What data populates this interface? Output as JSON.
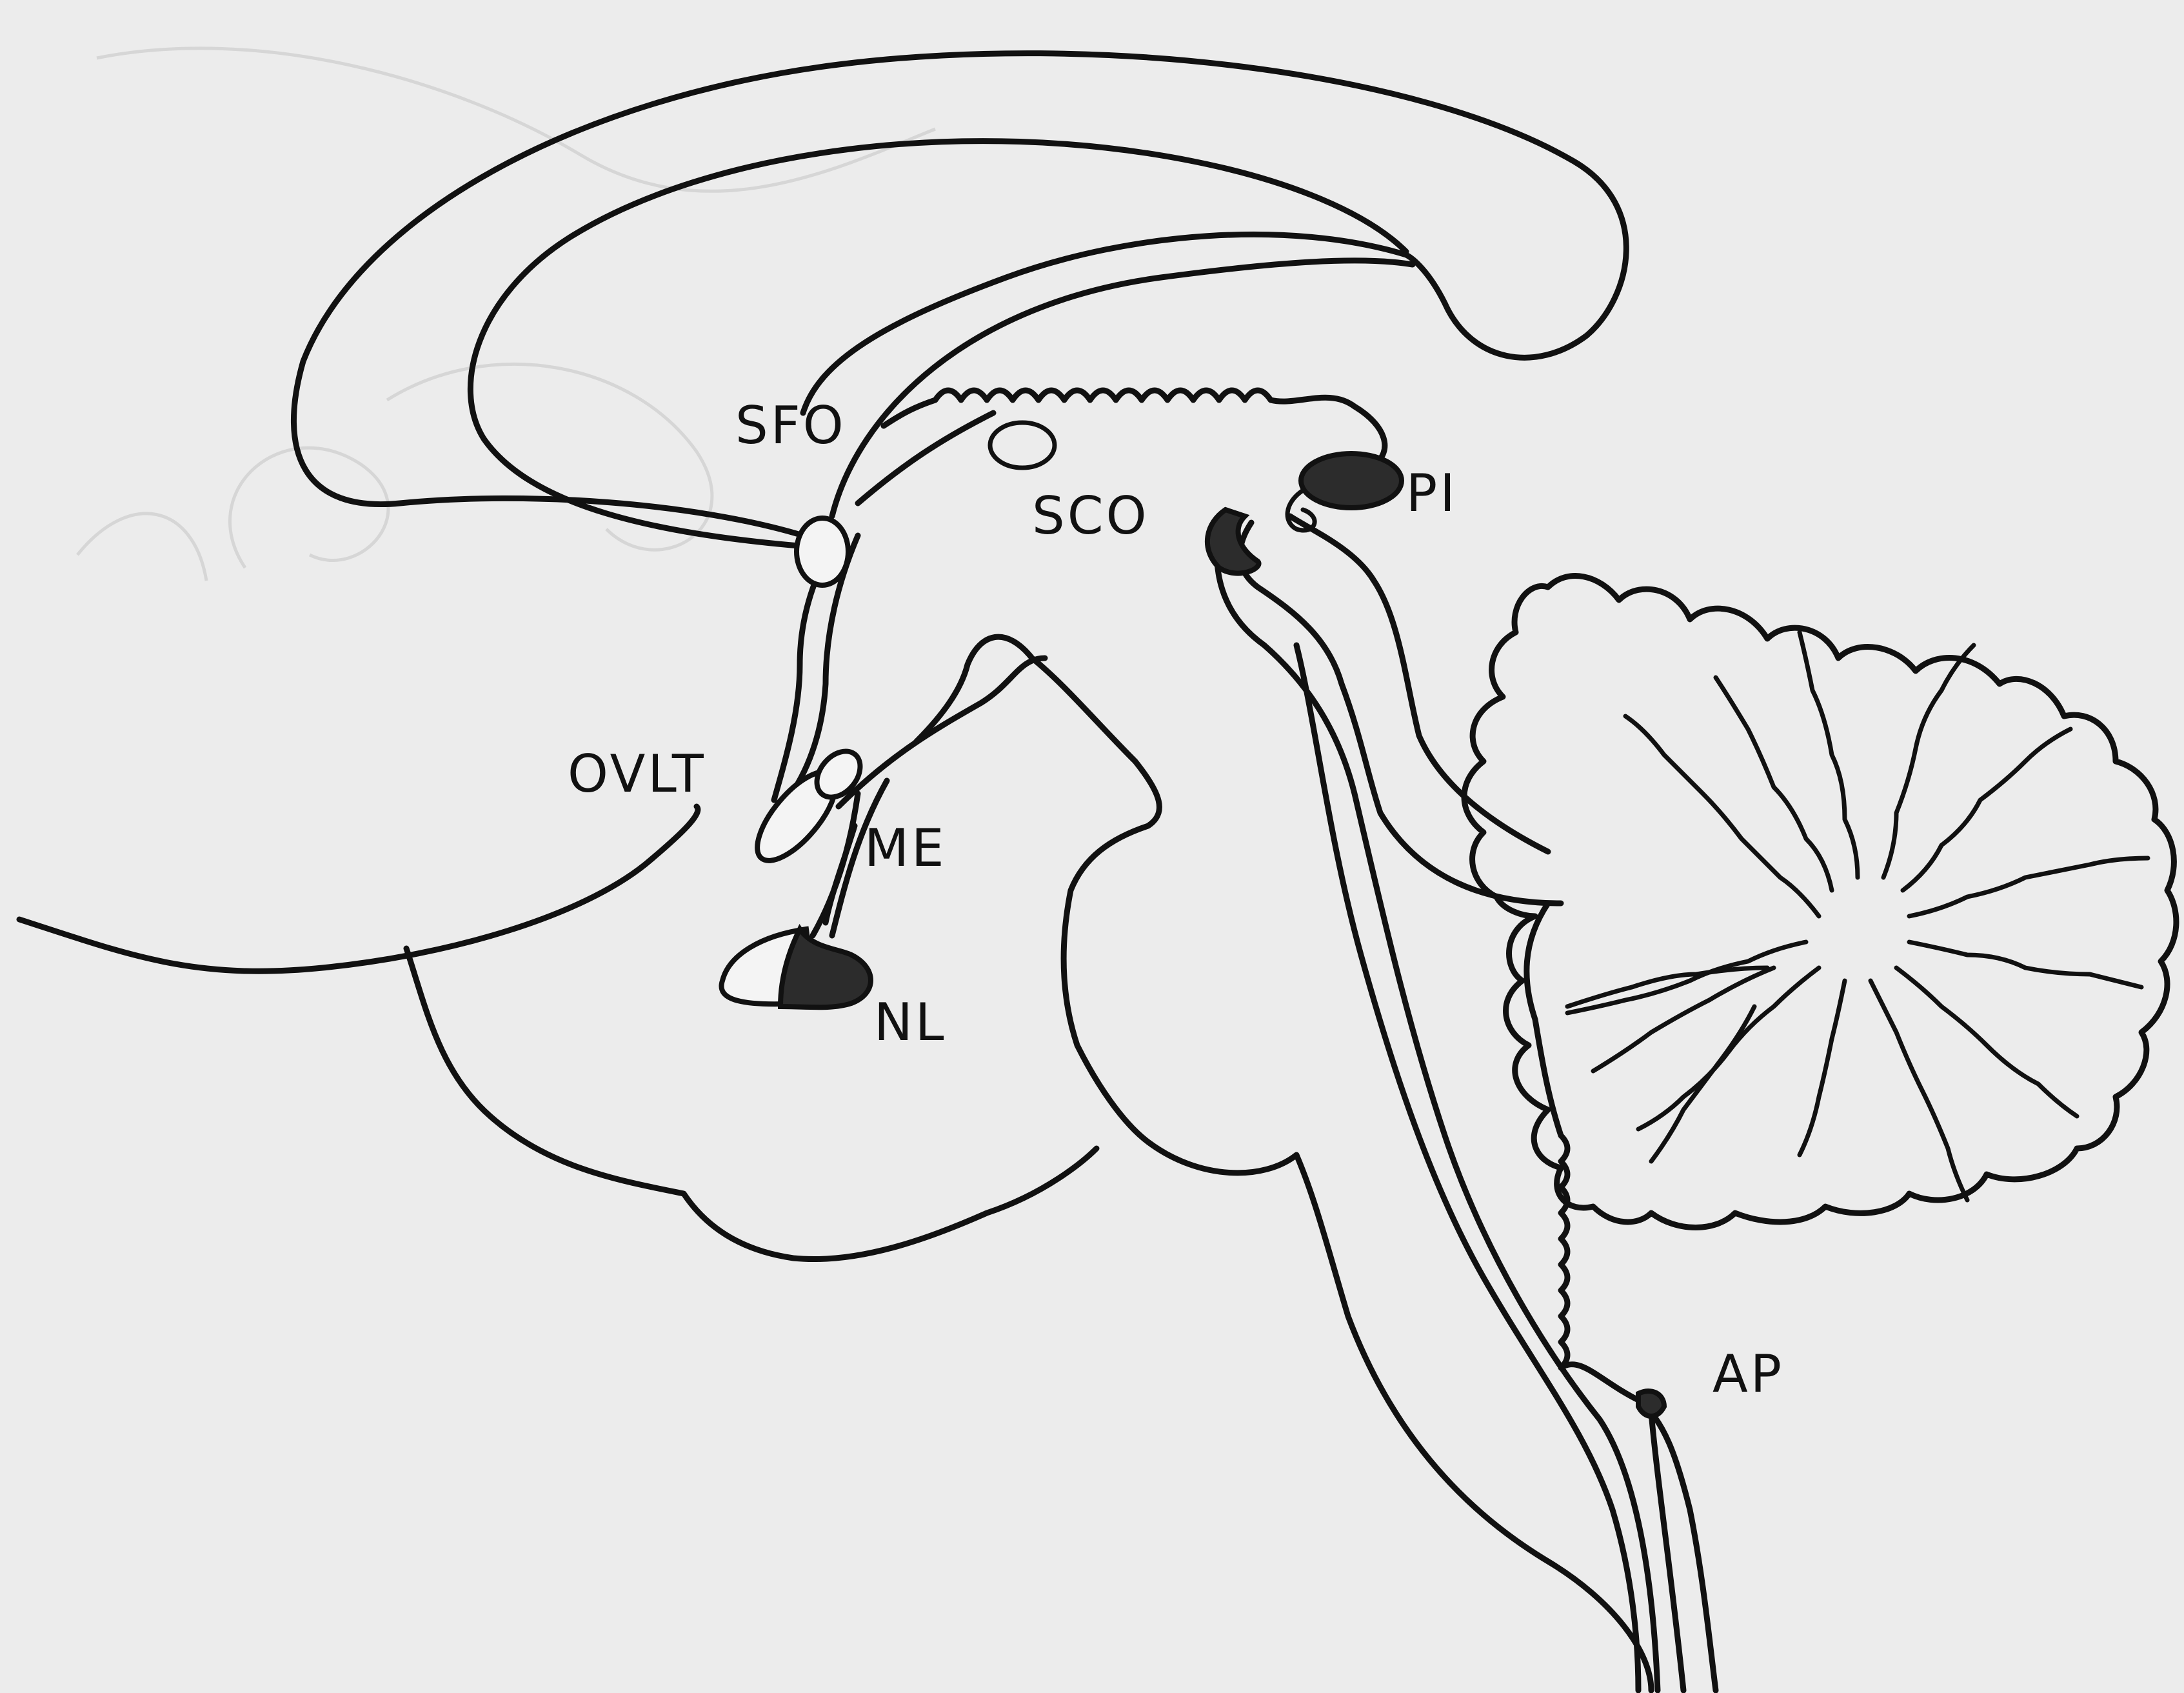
{
  "labels": {
    "sfo": "SFO",
    "sco": "SCO",
    "pi": "PI",
    "ovlt": "OVLT",
    "me": "ME",
    "nl": "NL",
    "ap": "AP"
  }
}
